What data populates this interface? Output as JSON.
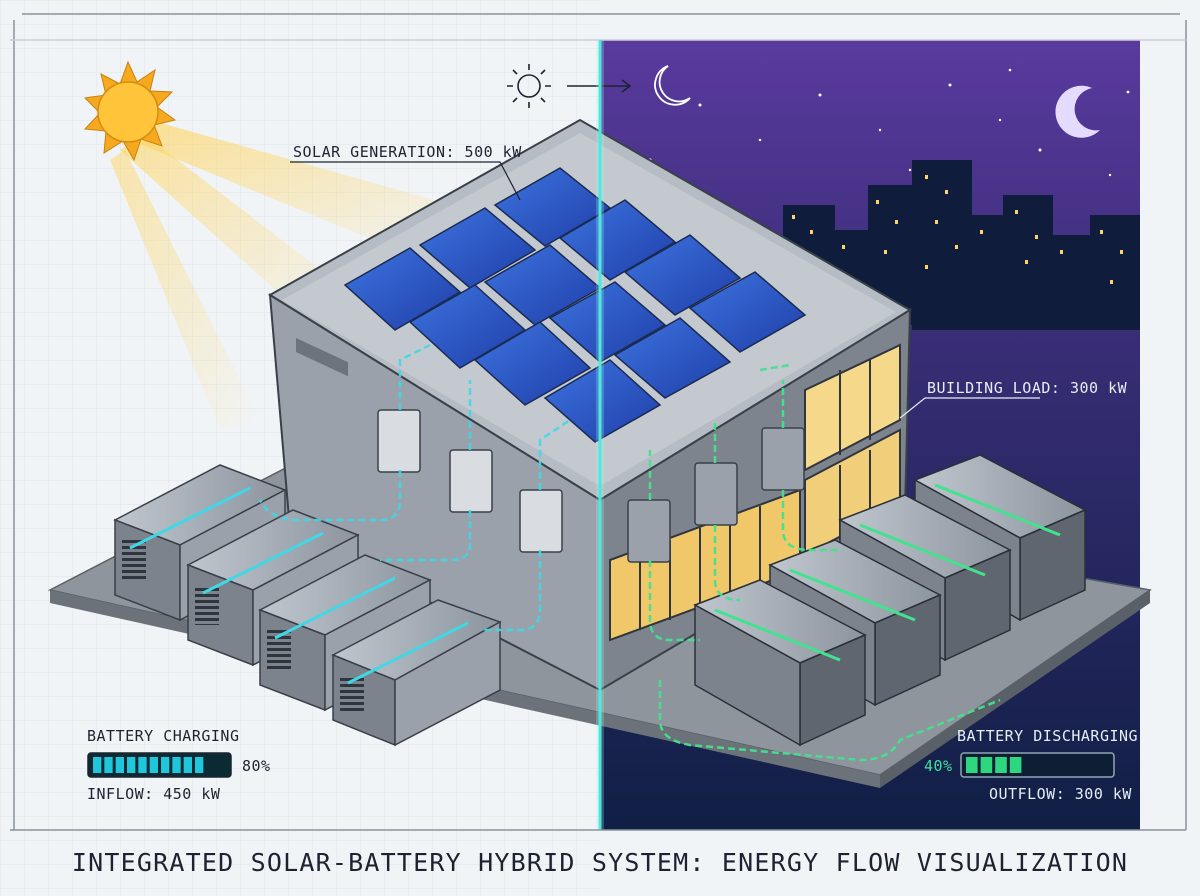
{
  "title": "INTEGRATED SOLAR-BATTERY HYBRID SYSTEM: ENERGY FLOW VISUALIZATION",
  "solar_label": "SOLAR GENERATION: 500 kW",
  "building_label": "BUILDING LOAD: 300 kW",
  "day_panel": {
    "status": "BATTERY CHARGING",
    "percent_text": "80%",
    "percent_value": 0.8,
    "flow": "INFLOW: 450 kW",
    "bar_color": "#20c7dc"
  },
  "night_panel": {
    "status": "BATTERY DISCHARGING",
    "percent_text": "40%",
    "percent_value": 0.4,
    "flow": "OUTFLOW: 300 kW",
    "bar_color": "#2ed67f"
  },
  "colors": {
    "day_flow": "#3fd8e6",
    "night_flow": "#43e28e",
    "night_sky_top": "#55359a",
    "night_sky_bottom": "#12224a",
    "divider": "#34e4d7",
    "sun": "#f7b52a"
  },
  "icons": [
    "sun-icon",
    "moon-icon",
    "day-night-arrow-icon"
  ]
}
